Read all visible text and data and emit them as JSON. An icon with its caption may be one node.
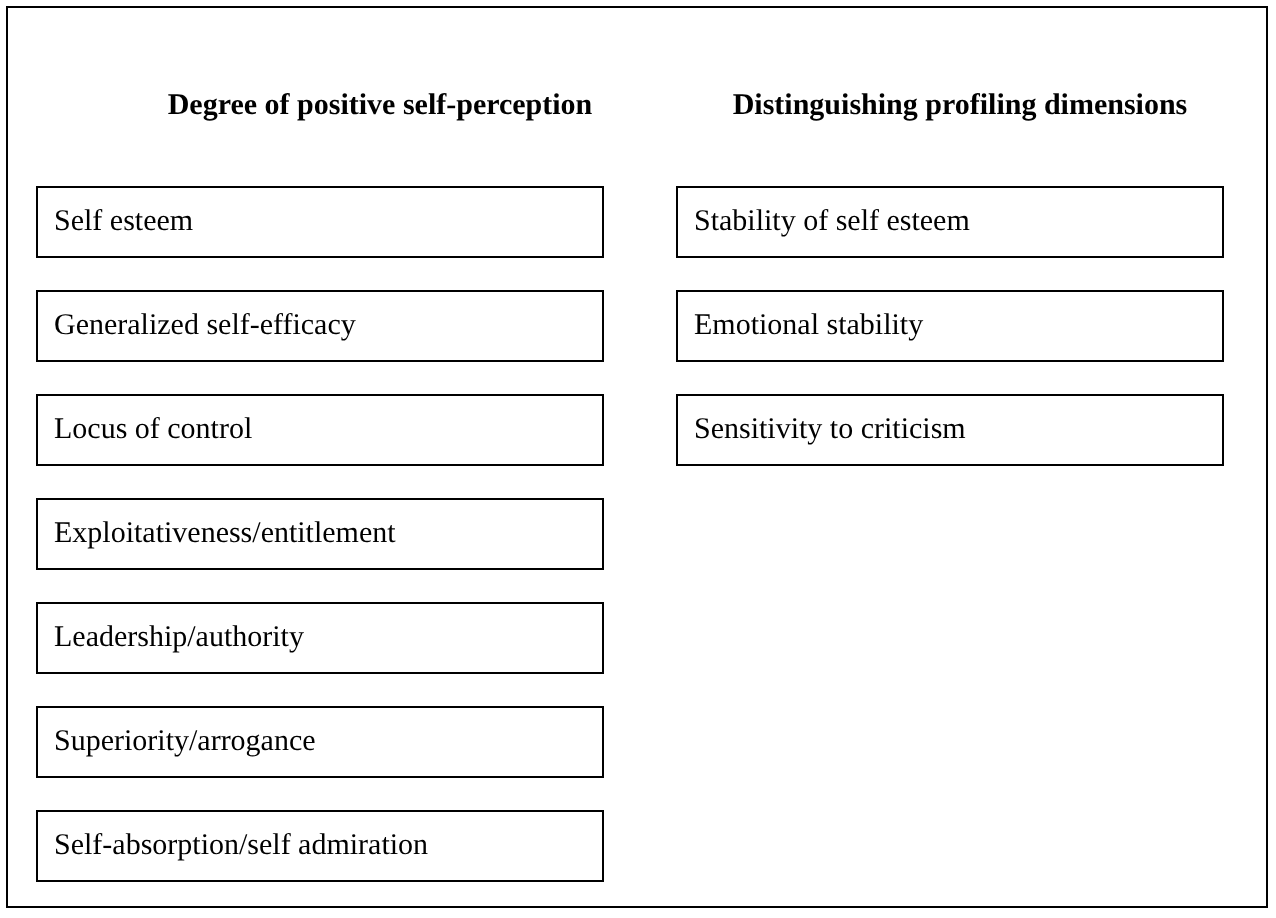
{
  "diagram": {
    "nodes": [
      {
        "text": [
          "Self esteem"
        ]
      },
      {
        "text": [
          "Generalized self-efficacy"
        ]
      },
      {
        "text": [
          "Locus of control"
        ]
      },
      {
        "text": [
          "Exploitativeness/entitlement"
        ]
      },
      {
        "text": [
          "Leadership/authority"
        ]
      },
      {
        "text": [
          "Superiority/arrogance"
        ]
      },
      {
        "text": [
          "Self-absorption/self admiration"
        ]
      },
      {
        "text": [
          "Stability of self esteem"
        ]
      },
      {
        "text": [
          "Emotional stability"
        ]
      },
      {
        "text": [
          "Sensitivity to criticism"
        ]
      }
    ],
    "labels": [
      "Degree of positive self-perception",
      "Distinguishing profiling dimensions"
    ]
  }
}
